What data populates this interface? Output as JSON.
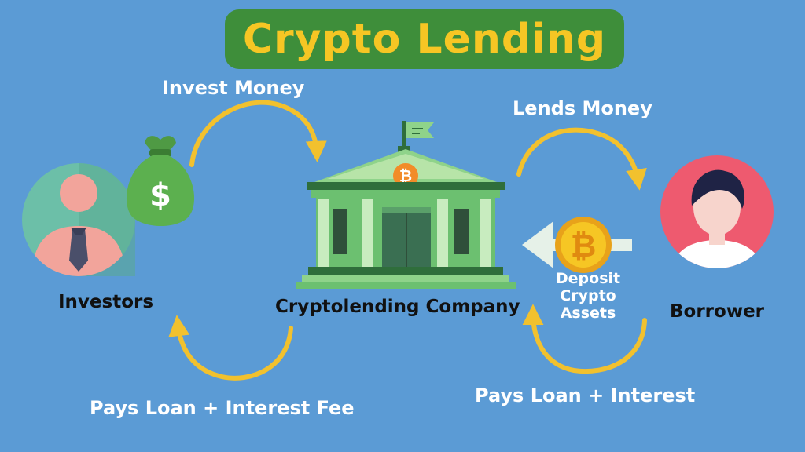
{
  "title": "Crypto Lending",
  "flows": {
    "invest_money": "Invest Money",
    "lends_money": "Lends Money",
    "pays_loan_interest_fee": "Pays Loan + Interest Fee",
    "pays_loan_interest": "Pays Loan + Interest"
  },
  "actors": {
    "investors": "Investors",
    "company": "Cryptolending Company",
    "borrower": "Borrower"
  },
  "deposit": {
    "line1": "Deposit",
    "line2": "Crypto",
    "line3": "Assets"
  },
  "icons": {
    "money_bag": "money-bag-icon",
    "bank": "bank-building-icon",
    "bitcoin": "bitcoin-coin-icon",
    "investor": "investor-avatar-icon",
    "borrower": "borrower-avatar-icon"
  },
  "colors": {
    "background": "#5b9bd5",
    "title_bg": "#3e8e3a",
    "title_text": "#f6c624",
    "arrow": "#f2c12e",
    "bank_green": "#6cc070",
    "investor_circle": "#6cbfa8",
    "borrower_circle": "#ee5a6f"
  }
}
